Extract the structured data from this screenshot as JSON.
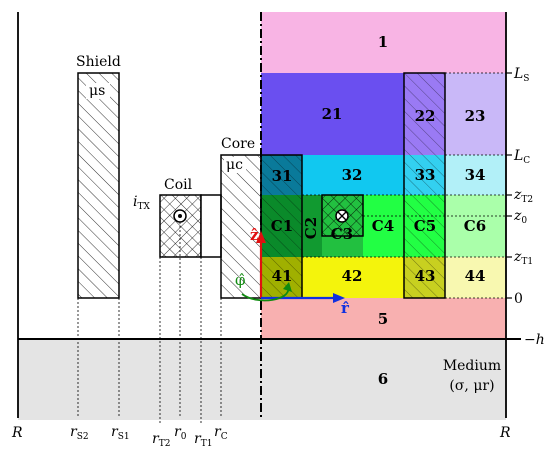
{
  "diagram": {
    "regions": {
      "r1": "1",
      "r5": "5",
      "r6": "6",
      "r21": "21",
      "r22": "22",
      "r23": "23",
      "r31": "31",
      "r32": "32",
      "r33": "33",
      "r34": "34",
      "rC1": "C1",
      "rC2": "C2",
      "rC3": "C3",
      "rC4": "C4",
      "rC5": "C5",
      "rC6": "C6",
      "r41": "41",
      "r42": "42",
      "r43": "43",
      "r44": "44"
    },
    "labels": {
      "shield": "Shield",
      "mu_s": "μs",
      "coil": "Coil",
      "itx_main": "i",
      "itx_sub": "TX",
      "core": "Core",
      "mu_c": "μc",
      "medium_title": "Medium",
      "medium_params": "(σ, μr)"
    },
    "right_axis": {
      "Ls_main": "L",
      "Ls_sub": "S",
      "Lc_main": "L",
      "Lc_sub": "C",
      "zT2_main": "z",
      "zT2_sub": "T2",
      "z0_main": "z",
      "z0_sub": "0",
      "zT1_main": "z",
      "zT1_sub": "T1",
      "zero": "0",
      "minus_h": "−h"
    },
    "bottom_axis": {
      "R_left": "R",
      "R_right": "R",
      "rS2_main": "r",
      "rS2_sub": "S2",
      "rS1_main": "r",
      "rS1_sub": "S1",
      "rT2_main": "r",
      "rT2_sub": "T2",
      "r0_main": "r",
      "r0_sub": "0",
      "rT1_main": "r",
      "rT1_sub": "T1",
      "rC_main": "r",
      "rC_sub": "C"
    },
    "vectors": {
      "z_hat": "ẑ",
      "r_hat": "r̂",
      "phi_hat": "φ̂"
    },
    "colors": {
      "pink": "#f8b4e4",
      "blue_violet": "#6a4ff0",
      "lavender": "#c9b8f8",
      "cyan": "#11c8f0",
      "light_cyan": "#b2f0f8",
      "dark_green": "#0a8a2a",
      "green": "#22c040",
      "bright_green": "#22ff44",
      "light_green": "#aaffaa",
      "yellow": "#f4f40c",
      "light_yellow": "#f8f8b0",
      "salmon": "#f8b0b0",
      "medium_gray": "#e4e4e4",
      "z_arrow": "#e01010",
      "r_arrow": "#1030e0",
      "phi_arrow": "#108a10"
    }
  }
}
